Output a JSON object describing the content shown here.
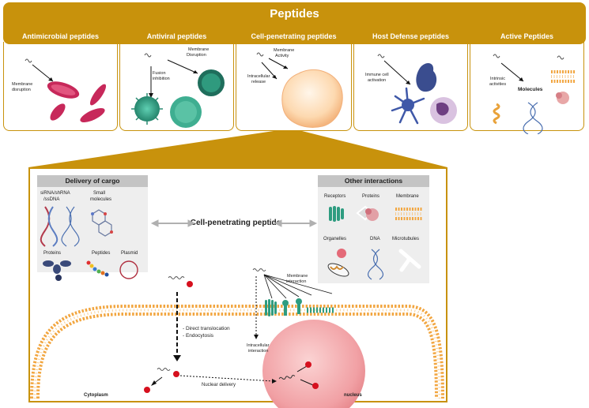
{
  "header": {
    "title": "Peptides"
  },
  "categories": [
    {
      "label": "Antimicrobial peptides",
      "annotations": [
        "Membrane",
        "disruption"
      ]
    },
    {
      "label": "Antiviral peptides",
      "annotations": [
        "Membrane",
        "Disruption",
        "Fusion",
        "inhibition"
      ]
    },
    {
      "label": "Cell-penetrating peptides",
      "annotations": [
        "Membrane",
        "Activity",
        "Intracellular",
        "release"
      ]
    },
    {
      "label": "Host Defense peptides",
      "annotations": [
        "Immune cell",
        "activation"
      ]
    },
    {
      "label": "Active Peptides",
      "annotations": [
        "Intrinsic",
        "activities",
        "Molecules"
      ]
    }
  ],
  "detail": {
    "center_label": "Cell-penetrating peptide",
    "cargo": {
      "title": "Delivery of cargo",
      "items": [
        "siRNA/shRNA",
        "/ssDNA",
        "Small",
        "molecules",
        "Proteins",
        "Peptides",
        "Plasmid"
      ]
    },
    "interactions": {
      "title": "Other interactions",
      "items": [
        "Receptors",
        "Proteins",
        "Membrane",
        "Organelles",
        "DNA",
        "Microtubules"
      ]
    },
    "cell": {
      "translocation": [
        "- Direct translocation",
        "- Endocytosis"
      ],
      "membrane_interaction": [
        "Membrane",
        "interaction"
      ],
      "intracellular_interaction": [
        "Intracellular",
        "interaction"
      ],
      "nuclear_delivery": "Nuclear delivery",
      "cytoplasm": "Cytoplasm",
      "nucleus": "nucleus"
    }
  },
  "colors": {
    "gold": "#c8920c",
    "panel_header": "#c4c4c4",
    "panel_bg": "#eeeeee",
    "lipid": "#f2a640",
    "red": "#d6101e",
    "dna": "#4a6fb0",
    "teal": "#2e9c80"
  }
}
